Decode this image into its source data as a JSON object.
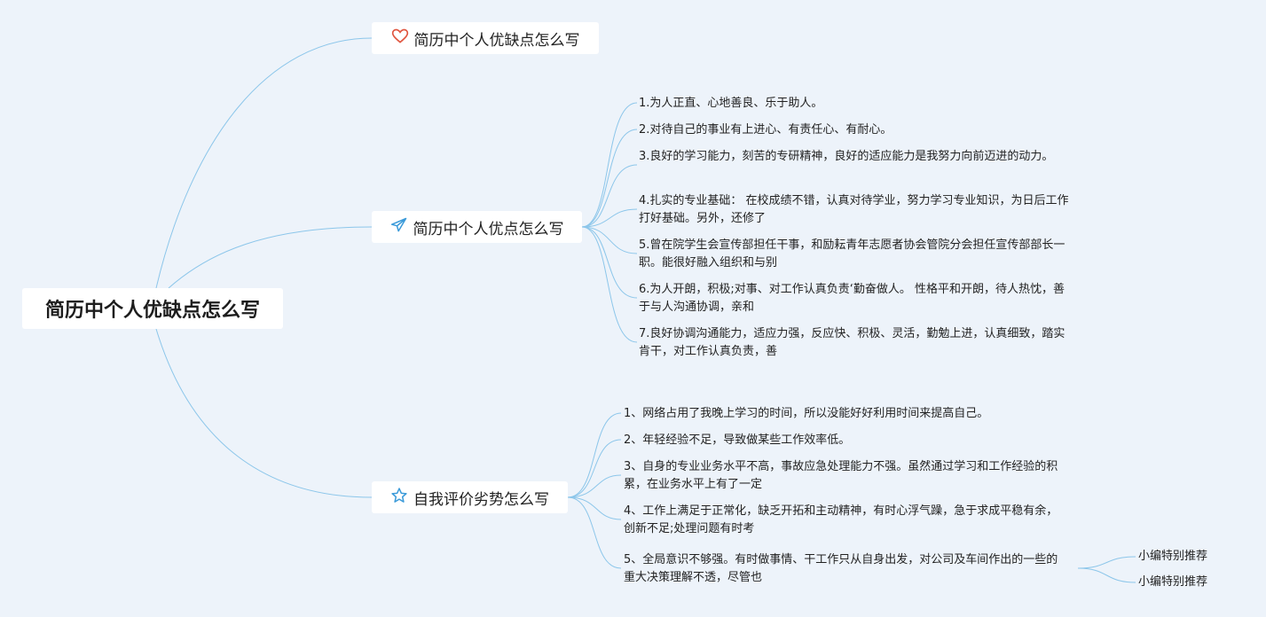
{
  "root": {
    "label": "简历中个人优缺点怎么写"
  },
  "branches": [
    {
      "label": "简历中个人优缺点怎么写",
      "icon": "heart-icon",
      "icon_color": "#e0553f"
    },
    {
      "label": "简历中个人优点怎么写",
      "icon": "paper-plane-icon",
      "icon_color": "#3a9ad9"
    },
    {
      "label": "自我评价劣势怎么写",
      "icon": "star-icon",
      "icon_color": "#3a9ad9"
    }
  ],
  "strengths": [
    "1.为人正直、心地善良、乐于助人。",
    "2.对待自己的事业有上进心、有责任心、有耐心。",
    "3.良好的学习能力，刻苦的专研精神，良好的适应能力是我努力向前迈进的动力。",
    "4.扎实的专业基础： 在校成绩不错，认真对待学业，努力学习专业知识，为日后工作打好基础。另外，还修了",
    "5.曾在院学生会宣传部担任干事，和励耘青年志愿者协会管院分会担任宣传部部长一职。能很好融入组织和与别",
    "6.为人开朗，积极;对事、对工作认真负责‘勤奋做人。 性格平和开朗，待人热忱，善于与人沟通协调，亲和",
    "7.良好协调沟通能力，适应力强，反应快、积极、灵活，勤勉上进，认真细致，踏实肯干，对工作认真负责，善"
  ],
  "weaknesses": [
    "1、网络占用了我晚上学习的时间，所以没能好好利用时间来提高自己。",
    "2、年轻经验不足，导致做某些工作效率低。",
    "3、自身的专业业务水平不高，事故应急处理能力不强。虽然通过学习和工作经验的积累，在业务水平上有了一定",
    "4、工作上满足于正常化，缺乏开拓和主动精神，有时心浮气躁，急于求成平稳有余，创新不足;处理问题有时考",
    "5、全局意识不够强。有时做事情、干工作只从自身出发，对公司及车间作出的一些的重大决策理解不透，尽管也"
  ],
  "recommend": [
    "小编特别推荐",
    "小编特别推荐"
  ]
}
